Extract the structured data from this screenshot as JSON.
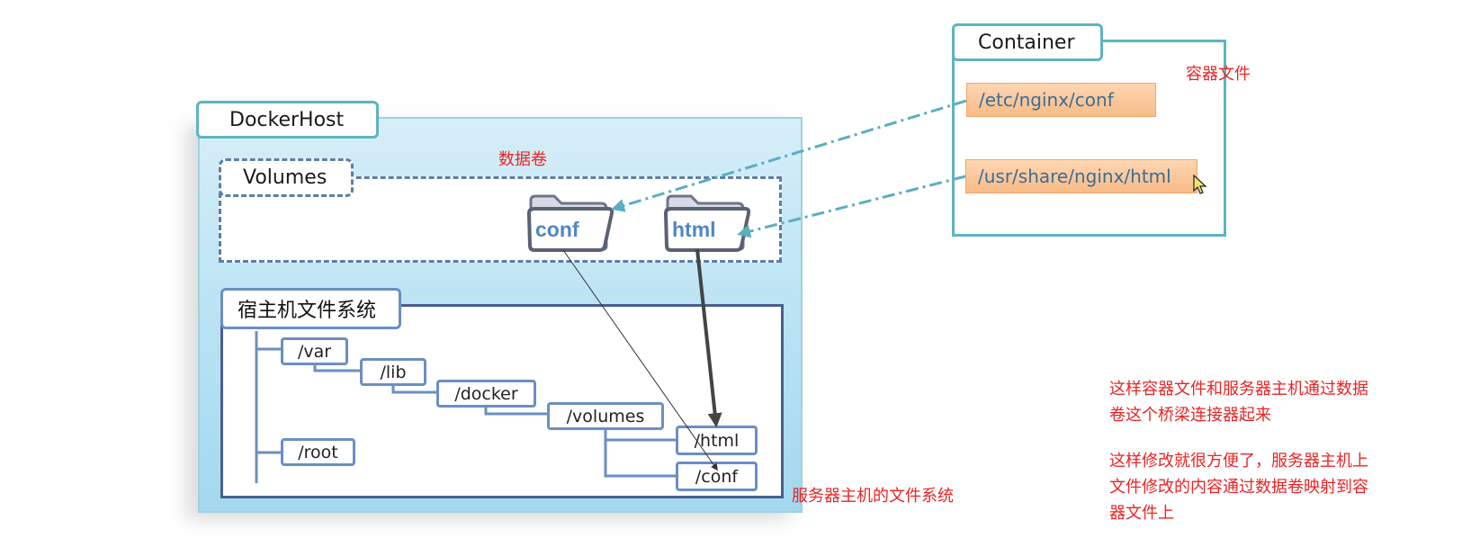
{
  "docker_host": {
    "label": "DockerHost"
  },
  "volumes": {
    "label": "Volumes",
    "annotation": "数据卷",
    "folders": [
      {
        "name": "conf"
      },
      {
        "name": "html"
      }
    ]
  },
  "host_fs": {
    "label": "宿主机文件系统",
    "annotation": "服务器主机的文件系统",
    "nodes": {
      "var": "/var",
      "lib": "/lib",
      "docker": "/docker",
      "volumes": "/volumes",
      "html": "/html",
      "conf": "/conf",
      "root": "/root"
    }
  },
  "container": {
    "label": "Container",
    "annotation": "容器文件",
    "paths": [
      "/etc/nginx/conf",
      "/usr/share/nginx/html"
    ]
  },
  "notes": {
    "note1_line1": "这样容器文件和服务器主机通过数据",
    "note1_line2": "卷这个桥梁连接器起来",
    "note2_line1": "这样修改就很方便了，服务器主机上",
    "note2_line2": "文件修改的内容通过数据卷映射到容",
    "note2_line3": "器文件上"
  },
  "colors": {
    "teal_border": "#5fb3c2",
    "folder_text": "#4f86c6",
    "annotation": "#ee2222",
    "container_path_bg": "#fbc79a"
  }
}
